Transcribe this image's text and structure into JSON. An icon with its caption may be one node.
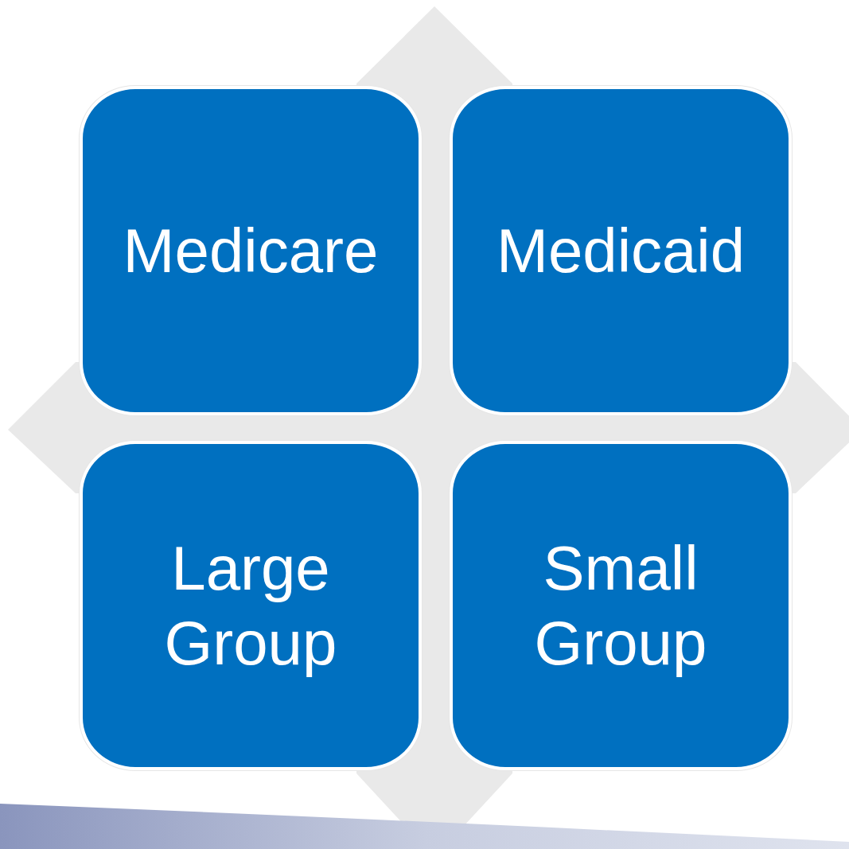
{
  "diagram": {
    "nodes": [
      {
        "text": [
          "Medicare"
        ]
      },
      {
        "text": [
          "Medicaid"
        ]
      },
      {
        "text": [
          "Large Group"
        ]
      },
      {
        "text": [
          "Small Group"
        ]
      }
    ]
  }
}
